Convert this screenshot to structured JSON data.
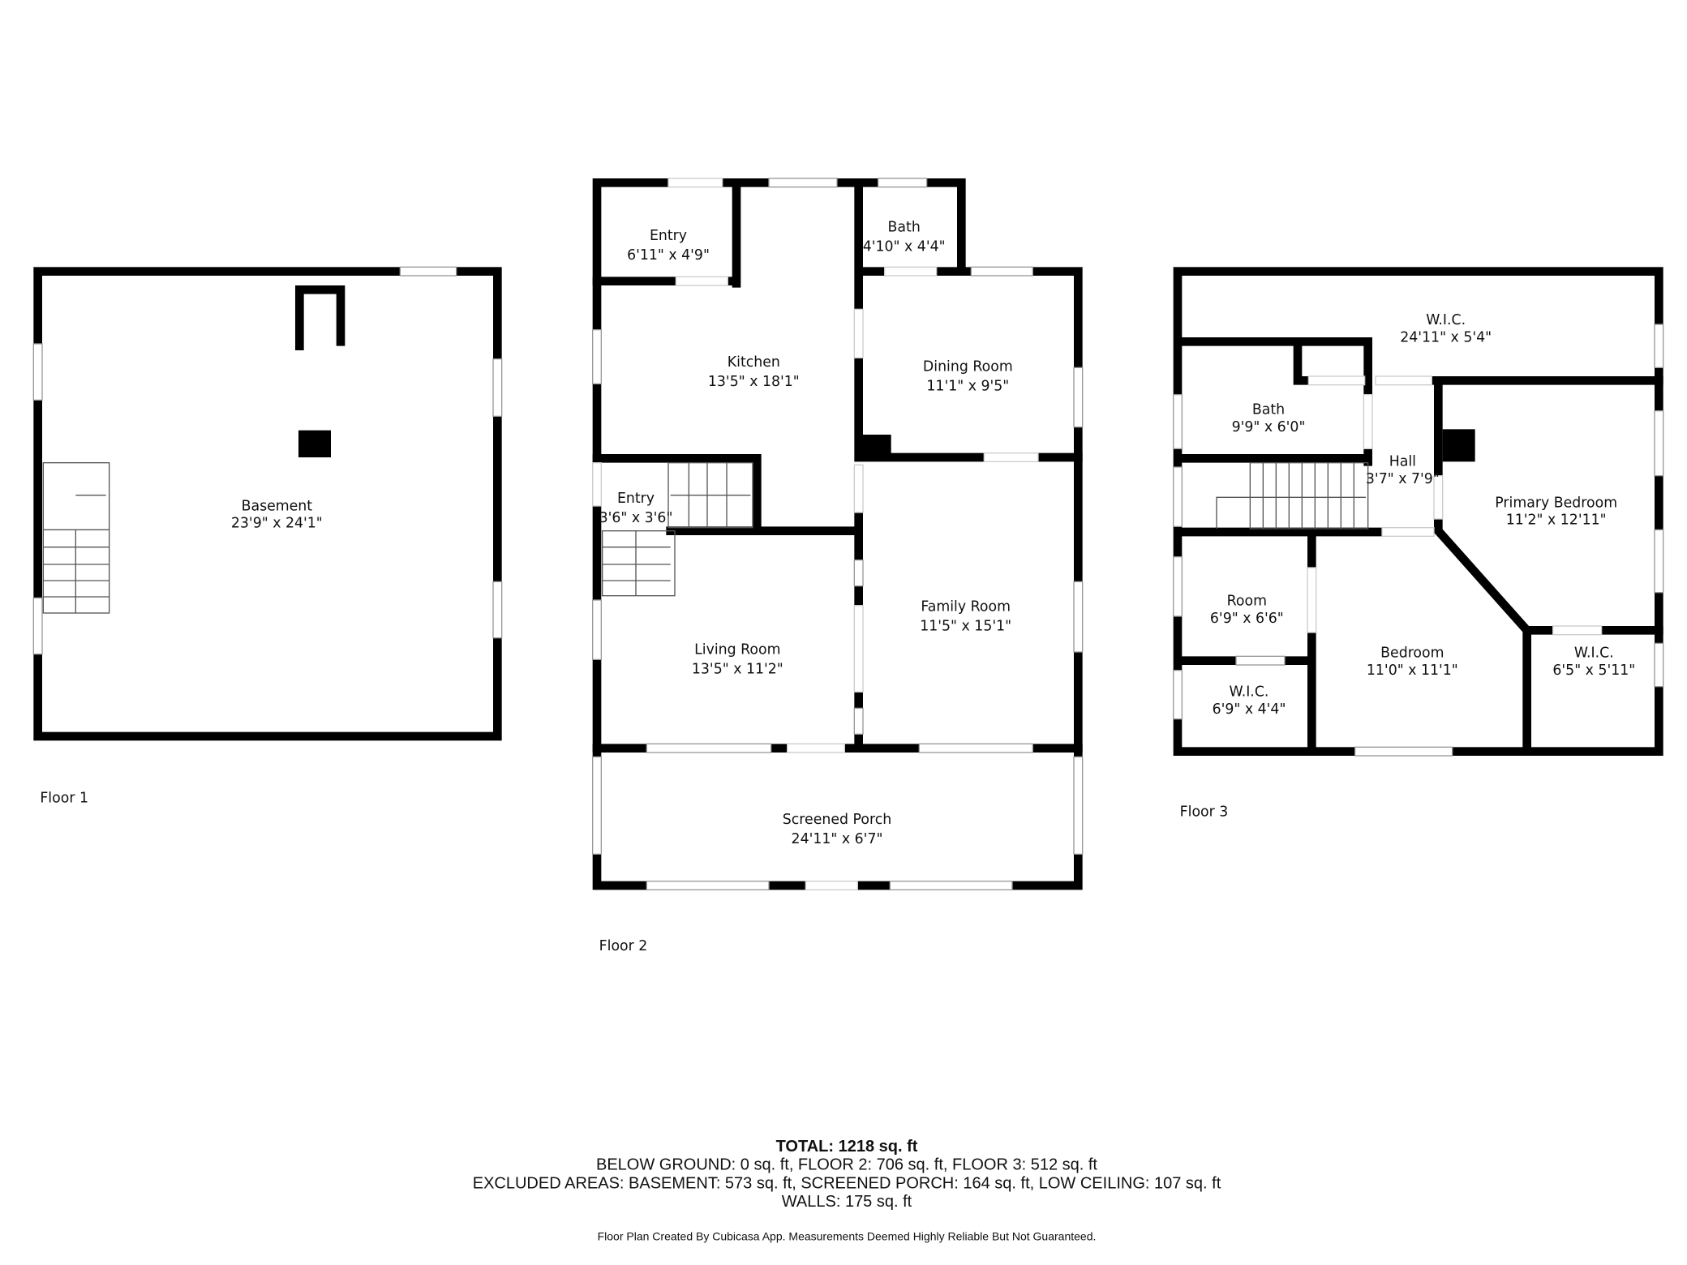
{
  "floors": [
    {
      "label": "Floor 1",
      "rooms": [
        {
          "name": "Basement",
          "size": "23'9\" x 24'1\""
        }
      ]
    },
    {
      "label": "Floor 2",
      "rooms": [
        {
          "name": "Entry",
          "size": "6'11\" x 4'9\""
        },
        {
          "name": "Bath",
          "size": "4'10\" x 4'4\""
        },
        {
          "name": "Kitchen",
          "size": "13'5\" x 18'1\""
        },
        {
          "name": "Dining Room",
          "size": "11'1\" x 9'5\""
        },
        {
          "name": "Entry",
          "size": "3'6\" x 3'6\""
        },
        {
          "name": "Family Room",
          "size": "11'5\" x 15'1\""
        },
        {
          "name": "Living Room",
          "size": "13'5\" x 11'2\""
        },
        {
          "name": "Screened Porch",
          "size": "24'11\" x 6'7\""
        }
      ]
    },
    {
      "label": "Floor 3",
      "rooms": [
        {
          "name": "W.I.C.",
          "size": "24'11\" x 5'4\""
        },
        {
          "name": "Bath",
          "size": "9'9\" x 6'0\""
        },
        {
          "name": "Hall",
          "size": "3'7\" x 7'9\""
        },
        {
          "name": "Primary Bedroom",
          "size": "11'2\" x 12'11\""
        },
        {
          "name": "Room",
          "size": "6'9\" x 6'6\""
        },
        {
          "name": "Bedroom",
          "size": "11'0\" x 11'1\""
        },
        {
          "name": "W.I.C.",
          "size": "6'9\" x 4'4\""
        },
        {
          "name": "W.I.C.",
          "size": "6'5\" x 5'11\""
        }
      ]
    }
  ],
  "summary": {
    "total": "TOTAL: 1218 sq. ft",
    "line1": "BELOW GROUND: 0 sq. ft, FLOOR 2: 706 sq. ft, FLOOR 3: 512 sq. ft",
    "line2": "EXCLUDED AREAS: BASEMENT: 573 sq. ft, SCREENED PORCH: 164 sq. ft, LOW CEILING: 107 sq. ft",
    "line3": "WALLS: 175 sq. ft",
    "disclaimer": "Floor Plan Created By Cubicasa App. Measurements Deemed Highly Reliable But Not Guaranteed."
  }
}
